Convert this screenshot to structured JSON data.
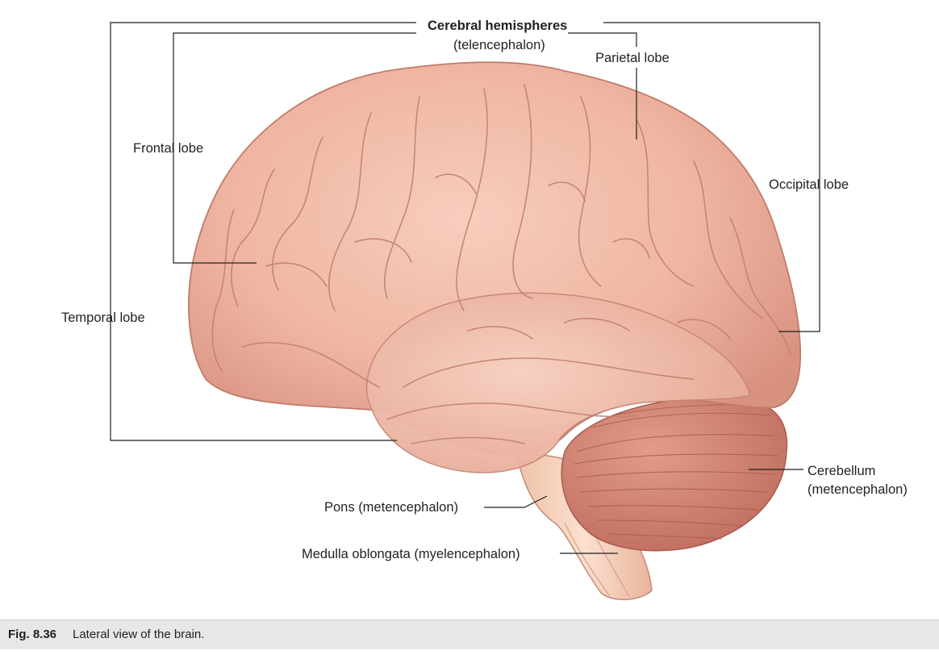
{
  "labels": {
    "cerebral_hemispheres": "Cerebral hemispheres",
    "telencephalon": "(telencephalon)",
    "parietal_lobe": "Parietal lobe",
    "frontal_lobe": "Frontal lobe",
    "occipital_lobe": "Occipital lobe",
    "temporal_lobe": "Temporal lobe",
    "cerebellum": "Cerebellum",
    "metencephalon_cerebellum": "(metencephalon)",
    "pons": "Pons (metencephalon)",
    "medulla": "Medulla oblongata (myelencephalon)"
  },
  "caption": {
    "figure_number": "Fig. 8.36",
    "text": "Lateral view of the brain."
  },
  "colors": {
    "cerebrum": "#f0b8a6",
    "cerebrum_shadow": "#d98f7e",
    "cerebellum": "#d98574",
    "brainstem": "#f7d3bf",
    "caption_bg": "#e6e7e8"
  }
}
